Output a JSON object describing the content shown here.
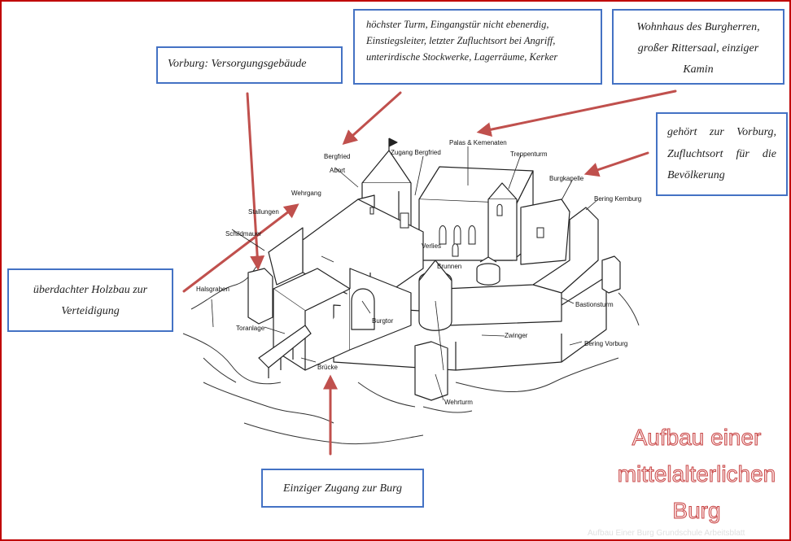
{
  "annotations": {
    "vorburg": "Vorburg: Versorgungsgebäude",
    "bergfried": "höchster Turm, Eingangstür nicht ebenerdig, Einstiegsleiter, letzter Zufluchtsort bei Angriff, unterirdische Stockwerke, Lagerräume, Kerker",
    "palas": "Wohnhaus des Burgherren, großer Rittersaal, einziger Kamin",
    "kapelle": "gehört zur Vorburg, Zufluchtsort für die Bevölkerung",
    "wehrgang": "überdachter Holzbau zur Verteidigung",
    "zugang": "Einziger Zugang zur Burg"
  },
  "labels": {
    "bergfried": "Bergfried",
    "abort": "Abort",
    "zugang_bergfried": "Zugang Bergfried",
    "palas": "Palas & Kemenaten",
    "treppenturm": "Treppenturm",
    "burgkapelle": "Burgkapelle",
    "bering_kernburg": "Bering Kernburg",
    "wehrgang": "Wehrgang",
    "stallungen": "Stallungen",
    "schildmauer": "Schildmauer",
    "verlies": "Verlies",
    "brunnen": "Brunnen",
    "halsgraben": "Halsgraben",
    "toranlage": "Toranlage",
    "burgtor": "Burgtor",
    "bastionsturm": "Bastionsturm",
    "zwinger": "Zwinger",
    "bering_vorburg": "Bering Vorburg",
    "bruecke": "Brücke",
    "wehrturm": "Wehrturm"
  },
  "title": "Aufbau einer mittelalterlichen Burg",
  "source": "Aufbau Einer Burg Grundschule Arbeitsblatt",
  "colors": {
    "frame": "#c00000",
    "box_border": "#4472c4",
    "arrow": "#c0504d",
    "title_fill": "#fbe3e3",
    "title_stroke": "#c84848"
  }
}
